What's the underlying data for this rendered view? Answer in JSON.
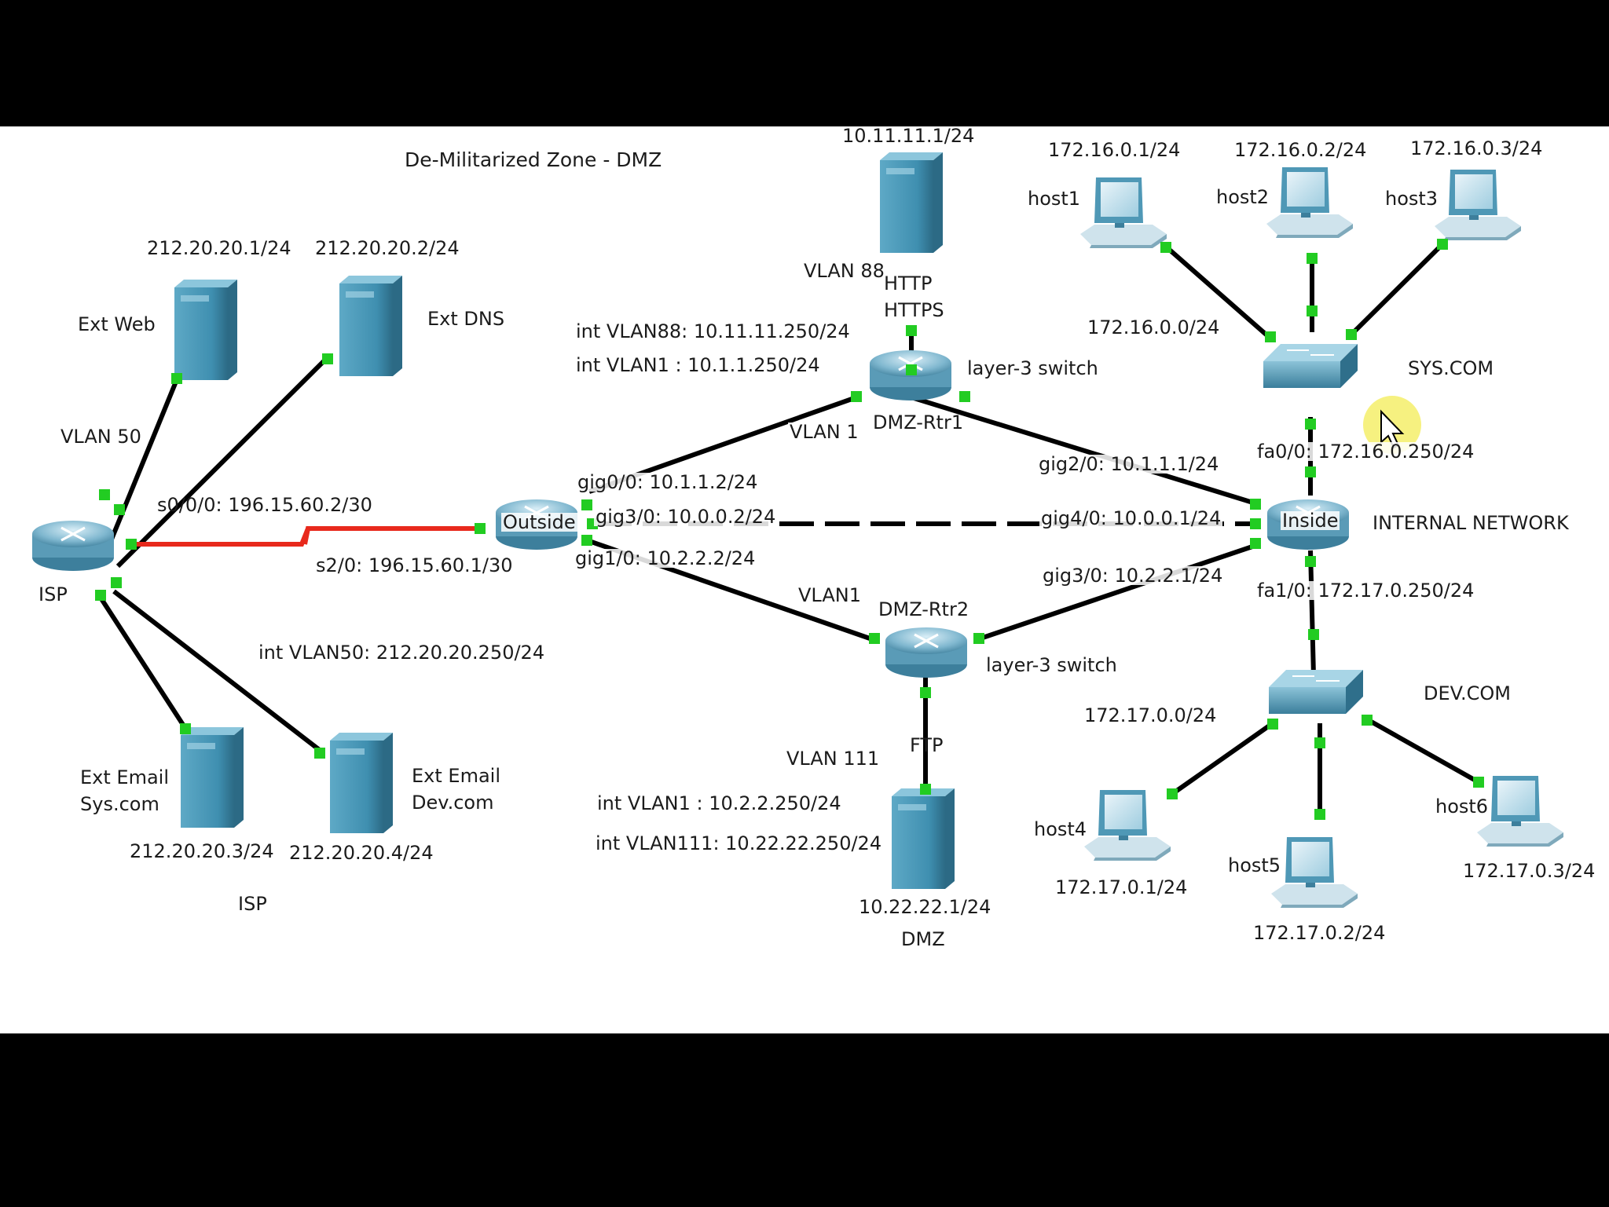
{
  "diagram": {
    "title": "De-Militarized Zone - DMZ",
    "zones": {
      "isp": "ISP",
      "dmz": "DMZ",
      "sys": "SYS.COM",
      "dev": "DEV.COM",
      "internal": "INTERNAL NETWORK"
    },
    "devices": {
      "ext_web": {
        "name": "Ext Web",
        "ip": "212.20.20.1/24"
      },
      "ext_dns": {
        "name": "Ext DNS",
        "ip": "212.20.20.2/24"
      },
      "ext_email_sys": {
        "name1": "Ext Email",
        "name2": "Sys.com",
        "ip": "212.20.20.3/24"
      },
      "ext_email_dev": {
        "name1": "Ext Email",
        "name2": "Dev.com",
        "ip": "212.20.20.4/24"
      },
      "isp": {
        "name": "ISP",
        "vlan": "VLAN 50",
        "s000": "s0/0/0: 196.15.60.2/30",
        "vlan50": "int VLAN50: 212.20.20.250/24"
      },
      "outside": {
        "name": "Outside",
        "s20": "s2/0: 196.15.60.1/30",
        "gig00": "gig0/0: 10.1.1.2/24",
        "gig30": "gig3/0: 10.0.0.2/24",
        "gig10": "gig1/0: 10.2.2.2/24"
      },
      "http_server": {
        "ip": "10.11.11.1/24",
        "vlan": "VLAN 88",
        "svc1": "HTTP",
        "svc2": "HTTPS"
      },
      "dmz_rtr1": {
        "name": "DMZ-Rtr1",
        "type": "layer-3 switch",
        "vlan88": "int VLAN88: 10.11.11.250/24",
        "vlan1": "int VLAN1 : 10.1.1.250/24",
        "link_vlan": "VLAN 1"
      },
      "dmz_rtr2": {
        "name": "DMZ-Rtr2",
        "type": "layer-3 switch",
        "link_vlan": "VLAN1",
        "vlan1": "int VLAN1 : 10.2.2.250/24",
        "vlan111": "int VLAN111: 10.22.22.250/24"
      },
      "ftp_server": {
        "ip": "10.22.22.1/24",
        "vlan": "VLAN 111",
        "svc": "FTP"
      },
      "inside": {
        "name": "Inside",
        "gig20": "gig2/0: 10.1.1.1/24",
        "gig40": "gig4/0: 10.0.0.1/24",
        "gig30": "gig3/0: 10.2.2.1/24",
        "fa00": "fa0/0: 172.16.0.250/24",
        "fa10": "fa1/0: 172.17.0.250/24"
      },
      "sys_switch": {
        "net": "172.16.0.0/24"
      },
      "dev_switch": {
        "net": "172.17.0.0/24"
      },
      "host1": {
        "name": "host1",
        "ip": "172.16.0.1/24"
      },
      "host2": {
        "name": "host2",
        "ip": "172.16.0.2/24"
      },
      "host3": {
        "name": "host3",
        "ip": "172.16.0.3/24"
      },
      "host4": {
        "name": "host4",
        "ip": "172.17.0.1/24"
      },
      "host5": {
        "name": "host5",
        "ip": "172.17.0.2/24"
      },
      "host6": {
        "name": "host6",
        "ip": "172.17.0.3/24"
      }
    },
    "colors": {
      "link": "#000000",
      "serial": "#e8291c",
      "port": "#22cc22",
      "device": "#3f8fb0",
      "cursor_highlight": "#f5ee6a"
    }
  }
}
